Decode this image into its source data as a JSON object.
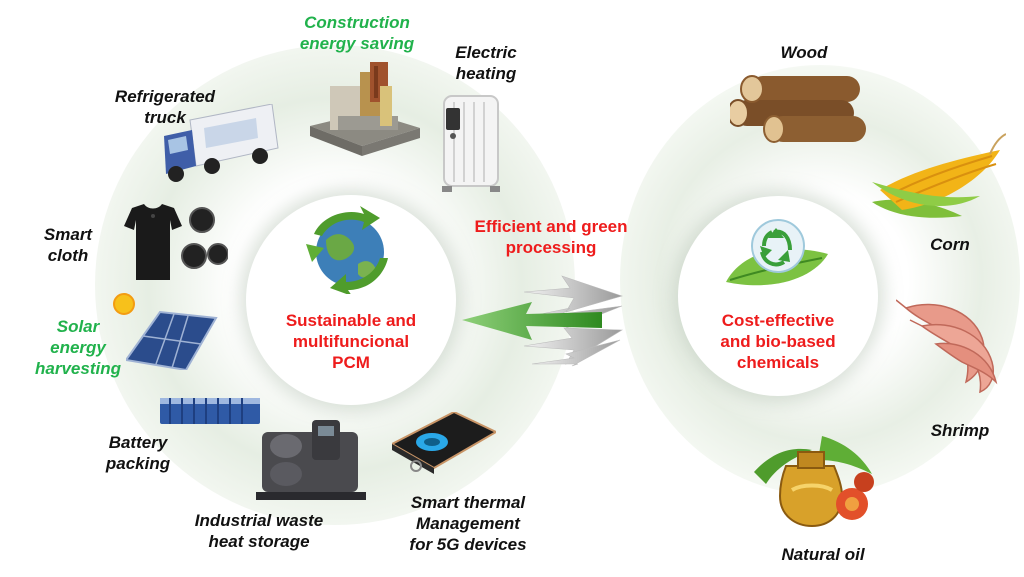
{
  "left_hub": {
    "title_lines": [
      "Sustainable and",
      "multifuncional",
      "PCM"
    ]
  },
  "right_hub": {
    "title_lines": [
      "Cost-effective",
      "and bio-based",
      "chemicals"
    ]
  },
  "process": {
    "lines": [
      "Efficient and green",
      "processing"
    ]
  },
  "applications": [
    {
      "lines": [
        "Construction",
        "energy saving"
      ],
      "highlight": true
    },
    {
      "lines": [
        "Electric",
        "heating"
      ],
      "highlight": false
    },
    {
      "lines": [
        "Refrigerated",
        "truck"
      ],
      "highlight": false
    },
    {
      "lines": [
        "Smart",
        "cloth"
      ],
      "highlight": false
    },
    {
      "lines": [
        "Solar",
        "energy",
        "harvesting"
      ],
      "highlight": true
    },
    {
      "lines": [
        "Battery",
        "packing"
      ],
      "highlight": false
    },
    {
      "lines": [
        "Industrial waste",
        "heat storage"
      ],
      "highlight": false
    },
    {
      "lines": [
        "Smart thermal",
        "Management",
        "for 5G devices"
      ],
      "highlight": false
    }
  ],
  "sources": [
    {
      "label": "Wood"
    },
    {
      "label": "Corn"
    },
    {
      "label": "Shrimp"
    },
    {
      "label": "Natural oil"
    }
  ],
  "colors": {
    "emphasis_red": "#ee1c1c",
    "highlight_green": "#21b24c",
    "label_black": "#111111",
    "arrow_green": "#3a9a2a",
    "arrow_gray": "#9a9a9a"
  },
  "icons": [
    "earth-recycle-icon",
    "recycle-leaf-icon",
    "construction-wall-icon",
    "oil-radiator-icon",
    "refrigerated-truck-icon",
    "smart-shirt-icon",
    "solar-panel-icon",
    "sun-icon",
    "battery-pack-icon",
    "industrial-chiller-icon",
    "5g-cooling-pad-icon",
    "wood-logs-icon",
    "corn-icon",
    "shrimp-icon",
    "palm-oil-icon",
    "process-arrows-icon"
  ]
}
